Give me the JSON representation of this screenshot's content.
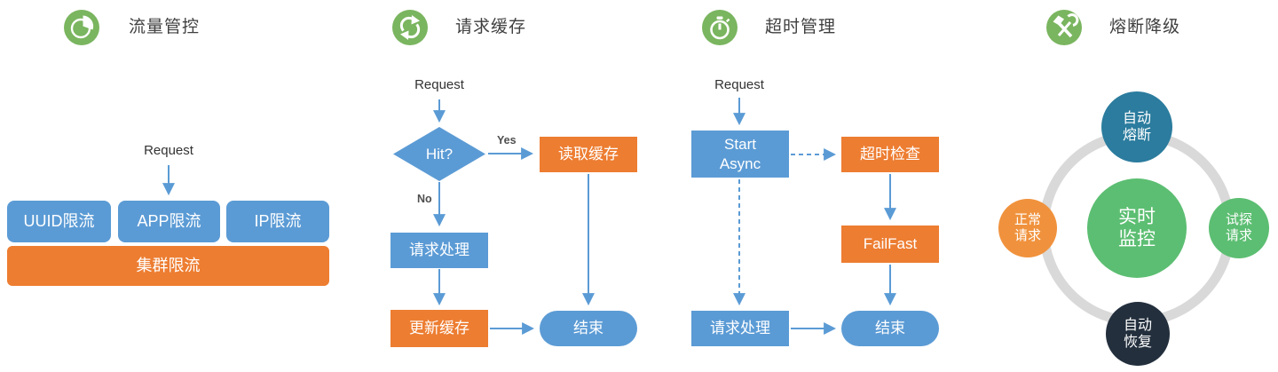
{
  "colors": {
    "flow_blue": "#5b9bd5",
    "flow_orange": "#ed7d31",
    "icon_green": "#7ab55f",
    "circle_teal": "#2b7c9e",
    "circle_green": "#5cbe72",
    "circle_orange": "#f0923d",
    "circle_navy": "#232f3d",
    "ring_gray": "#d9d9d9",
    "title_gray": "#3f3f3f"
  },
  "sections": [
    {
      "title": "流量管控",
      "icon": "pie-chart-icon",
      "request_label": "Request",
      "limit_boxes": [
        "UUID限流",
        "APP限流",
        "IP限流"
      ],
      "cluster_box": "集群限流"
    },
    {
      "title": "请求缓存",
      "icon": "refresh-icon",
      "request_label": "Request",
      "hit_diamond": "Hit?",
      "yes_label": "Yes",
      "no_label": "No",
      "read_cache_box": "读取缓存",
      "process_box": "请求处理",
      "update_cache_box": "更新缓存",
      "end_label": "结束"
    },
    {
      "title": "超时管理",
      "icon": "stopwatch-icon",
      "request_label": "Request",
      "start_async": {
        "line1": "Start",
        "line2": "Async"
      },
      "timeout_check_box": "超时检查",
      "failfast_box": "FailFast",
      "process_box": "请求处理",
      "end_label": "结束"
    },
    {
      "title": "熔断降级",
      "icon": "tools-icon",
      "circles": {
        "top": {
          "line1": "自动",
          "line2": "熔断"
        },
        "left": {
          "line1": "正常",
          "line2": "请求"
        },
        "center": {
          "line1": "实时",
          "line2": "监控"
        },
        "right": {
          "line1": "试探",
          "line2": "请求"
        },
        "bottom": {
          "line1": "自动",
          "line2": "恢复"
        }
      }
    }
  ]
}
